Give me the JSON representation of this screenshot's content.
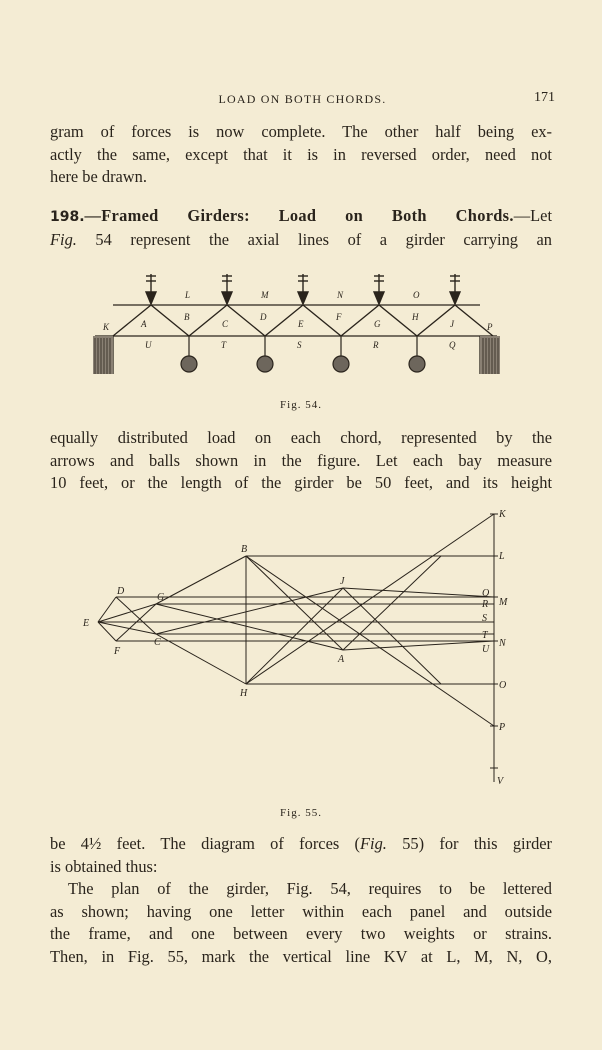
{
  "header": {
    "running_title": "LOAD ON BOTH CHORDS.",
    "page_number": "171"
  },
  "para1": {
    "lines": [
      "gram of forces is now complete. The other half being ex-",
      "actly the same, except that it is in reversed order, need not",
      "here be drawn."
    ]
  },
  "section": {
    "number": "198.",
    "title": "—Framed Girders: Load on Both Chords.",
    "line1_after": "—Let",
    "line2_fig": "Fig.",
    "line2_rest": " 54 represent the axial lines of a girder carrying an"
  },
  "fig54": {
    "caption": "Fig. 54.",
    "top_labels": [
      "L",
      "M",
      "N",
      "O"
    ],
    "panel_labels": [
      "K",
      "A",
      "B",
      "C",
      "D",
      "E",
      "F",
      "G",
      "H",
      "J",
      "P"
    ],
    "bottom_labels": [
      "U",
      "T",
      "S",
      "R",
      "Q"
    ]
  },
  "para2": {
    "lines": [
      "equally distributed load on each chord, represented by the",
      "arrows and balls shown in the figure. Let each bay measure",
      "10 feet, or the length of the girder be 50 feet, and its height"
    ]
  },
  "fig55": {
    "caption": "Fig. 55.",
    "right_labels": [
      "K",
      "L",
      "Q",
      "M",
      "R",
      "S",
      "T",
      "N",
      "U",
      "O",
      "P",
      "V"
    ],
    "left_labels": [
      "B",
      "D",
      "G",
      "E",
      "F",
      "C",
      "H",
      "J",
      "A"
    ]
  },
  "para3": {
    "line1_a": "be 4½ feet. The diagram of forces (",
    "line1_fig": "Fig.",
    "line1_b": " 55) for this girder",
    "line2": "is obtained thus:",
    "line3": "The plan of the girder, Fig. 54, requires to be lettered",
    "line4": "as shown; having one letter within each panel and outside",
    "line5": "the frame, and one between every two weights or strains.",
    "line6": "Then, in Fig. 55, mark the vertical line KV at L, M, N, O,"
  }
}
